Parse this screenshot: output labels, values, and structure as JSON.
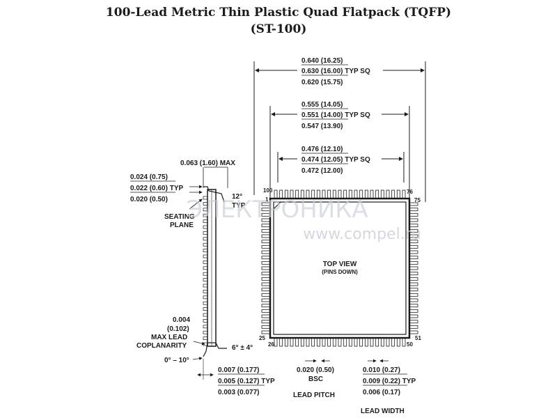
{
  "title": {
    "line1": "100-Lead Metric Thin Plastic Quad Flatpack (TQFP)",
    "line2": "(ST-100)"
  },
  "body_dims": {
    "overall": [
      "0.640 (16.25)",
      "0.630 (16.00) TYP SQ",
      "0.620 (15.75)"
    ],
    "body": [
      "0.555 (14.05)",
      "0.551 (14.00) TYP SQ",
      "0.547 (13.90)"
    ],
    "lead_span": [
      "0.476 (12.10)",
      "0.474 (12.05) TYP SQ",
      "0.472 (12.00)"
    ]
  },
  "side_view": {
    "max_height": "0.063 (1.60) MAX",
    "lead_thickness": [
      "0.024 (0.75)",
      "0.022 (0.60) TYP",
      "0.020 (0.50)"
    ],
    "angle_top": "12°",
    "angle_top_typ": "TYP",
    "seating_plane": [
      "SEATING",
      "PLANE"
    ],
    "coplanarity": [
      "0.004",
      "(0.102)",
      "MAX LEAD",
      "COPLANARITY"
    ],
    "foot_angle": "6° ± 4°",
    "bend_angle": "0° – 10°",
    "foot_len": [
      "0.007 (0.177)",
      "0.005 (0.127) TYP",
      "0.003 (0.077)"
    ]
  },
  "top_view": {
    "label": "TOP VIEW",
    "sublabel": "(PINS DOWN)",
    "pins": {
      "p100": "100",
      "p1": "1",
      "p76": "76",
      "p75": "75",
      "p25": "25",
      "p26": "26",
      "p50": "50",
      "p51": "51"
    }
  },
  "lead_pitch": {
    "value": "0.020 (0.50)",
    "bsc": "BSC",
    "label": "LEAD PITCH"
  },
  "lead_width": {
    "values": [
      "0.010 (0.27)",
      "0.009 (0.22) TYP",
      "0.006 (0.17)"
    ],
    "label": "LEAD WIDTH"
  },
  "watermark": {
    "logo": "ЭЛЕКТРОНИКА",
    "url": "www.compel.ru"
  }
}
